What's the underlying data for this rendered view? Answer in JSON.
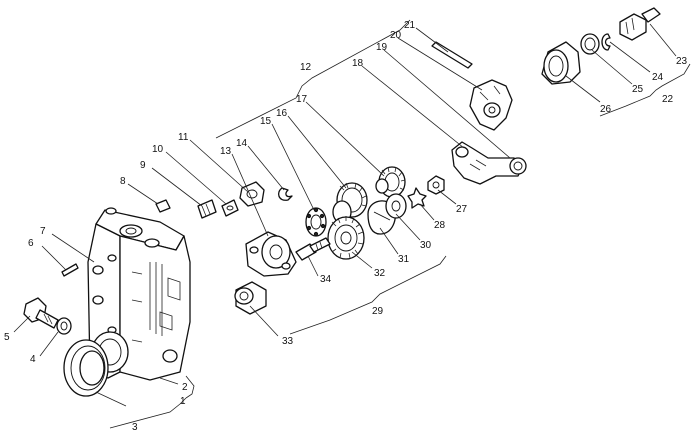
{
  "labels": [
    "1",
    "2",
    "3",
    "4",
    "5",
    "6",
    "7",
    "8",
    "9",
    "10",
    "11",
    "12",
    "13",
    "14",
    "15",
    "16",
    "17",
    "18",
    "19",
    "20",
    "21",
    "22",
    "23",
    "24",
    "25",
    "26",
    "27",
    "28",
    "29",
    "30",
    "31",
    "32",
    "33",
    "34"
  ],
  "colors": {
    "ink": "#111111",
    "paper": "#ffffff"
  }
}
